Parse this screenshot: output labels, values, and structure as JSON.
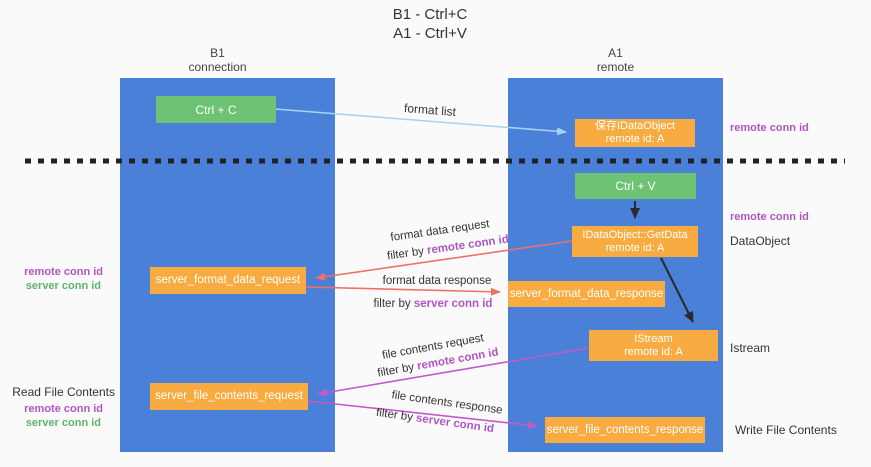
{
  "title": {
    "line1": "B1 - Ctrl+C",
    "line2": "A1 - Ctrl+V"
  },
  "lanes": {
    "left": {
      "title": "B1",
      "subtitle": "connection"
    },
    "right": {
      "title": "A1",
      "subtitle": "remote"
    }
  },
  "nodes": {
    "ctrl_c": {
      "label": "Ctrl + C"
    },
    "ctrl_v": {
      "label": "Ctrl + V"
    },
    "save_dataobject": {
      "line1": "保存IDataObject",
      "line2": "remote id: A"
    },
    "getdata": {
      "line1": "IDataObject::GetData",
      "line2": "remote id: A"
    },
    "istream": {
      "line1": "IStream",
      "line2": "remote id: A"
    },
    "server_format_data_request": {
      "label": "server_format_data_request"
    },
    "server_format_data_response": {
      "label": "server_format_data_response"
    },
    "server_file_contents_request": {
      "label": "server_file_contents_request"
    },
    "server_file_contents_response": {
      "label": "server_file_contents_response"
    }
  },
  "flow_labels": {
    "format_list": "format list",
    "format_data_request": "format data request",
    "format_data_response": "format data response",
    "file_contents_request": "file contents request",
    "file_contents_response": "file contents response",
    "filter_by": "filter by",
    "remote_conn_id": "remote conn id",
    "server_conn_id": "server conn id"
  },
  "side_labels": {
    "right": [
      {
        "text": "remote conn id",
        "type": "purple"
      },
      {
        "text": "remote conn id",
        "type": "purple"
      },
      {
        "text": "DataObject",
        "type": "plain"
      },
      {
        "text": "Istream",
        "type": "plain"
      },
      {
        "text": "Write File Contents",
        "type": "plain"
      }
    ],
    "left": [
      {
        "text": "remote conn id",
        "type": "purple"
      },
      {
        "text": "server conn id",
        "type": "green"
      },
      {
        "text": "Read File Contents",
        "type": "plain"
      },
      {
        "text": "remote conn id",
        "type": "purple"
      },
      {
        "text": "server conn id",
        "type": "green"
      }
    ]
  },
  "colors": {
    "lane_blue": "#4a80d8",
    "node_green": "#6ec273",
    "node_orange": "#f8ab40",
    "arrow_lightblue": "#a8d2f0",
    "arrow_salmon": "#ec7266",
    "arrow_magenta": "#c45ac8",
    "arrow_black": "#2b2b2b",
    "divider_black": "#222222",
    "label_purple": "#b155c3",
    "label_green": "#5fb568"
  }
}
